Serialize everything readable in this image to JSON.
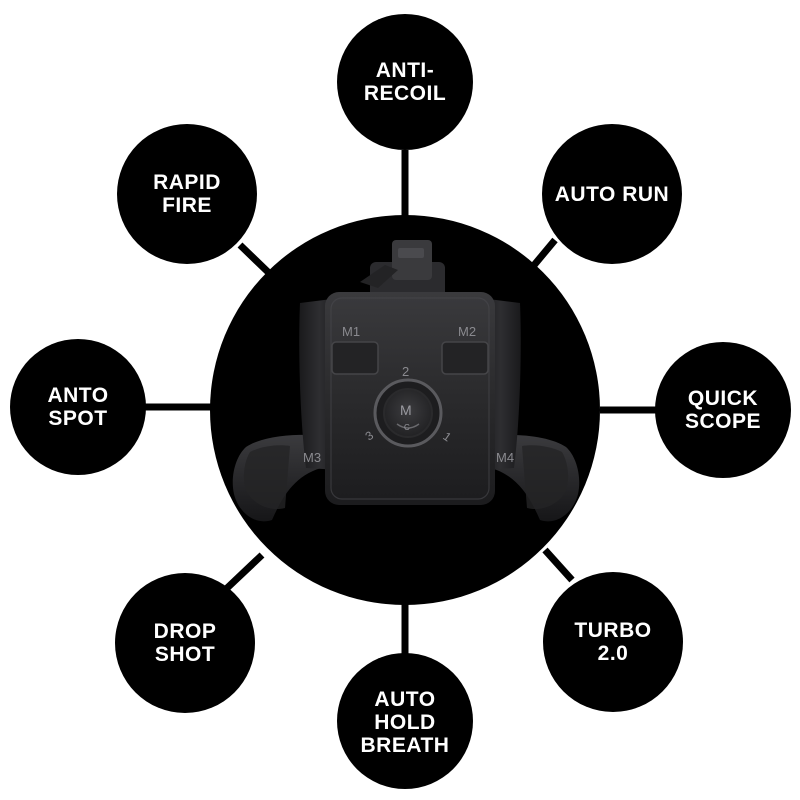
{
  "features": [
    {
      "id": "anti-recoil",
      "label": "ANTI-\nRECOIL"
    },
    {
      "id": "auto-run",
      "label": "AUTO RUN"
    },
    {
      "id": "quick-scope",
      "label": "QUICK\nSCOPE"
    },
    {
      "id": "turbo",
      "label": "TURBO\n2.0"
    },
    {
      "id": "auto-hold-breath",
      "label": "AUTO\nHOLD\nBREATH"
    },
    {
      "id": "drop-shot",
      "label": "DROP\nSHOT"
    },
    {
      "id": "anto-spot",
      "label": "ANTO\nSPOT"
    },
    {
      "id": "rapid-fire",
      "label": "RAPID\nFIRE"
    }
  ],
  "device": {
    "buttons": {
      "m1": "M1",
      "m2": "M2",
      "m3": "M3",
      "m4": "M4"
    },
    "mode_dial": {
      "center": "M",
      "sub": "C",
      "pos1": "1",
      "pos2": "2",
      "pos3": "3"
    }
  },
  "colors": {
    "background": "#ffffff",
    "circle": "#000000",
    "text": "#ffffff",
    "device_body": "#2c2c2e",
    "device_dark": "#1b1b1d"
  }
}
